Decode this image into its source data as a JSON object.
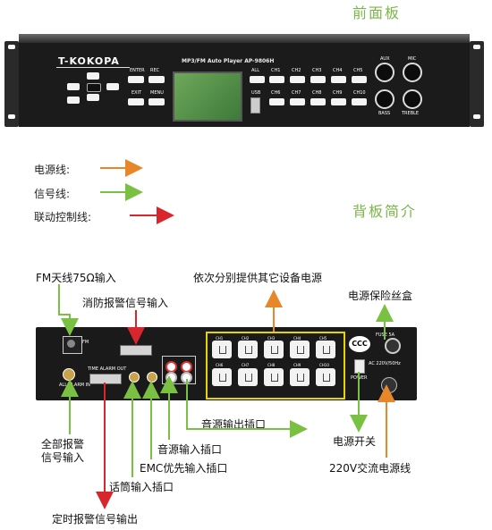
{
  "front_title": "前面板",
  "back_title": "背板简介",
  "legend": [
    {
      "label": "电源线:",
      "color": "#e8872a"
    },
    {
      "label": "信号线:",
      "color": "#7ac143"
    },
    {
      "label": "联动控制线:",
      "color": "#d8262d"
    }
  ],
  "front_panel": {
    "brand": "T-KOKOPA",
    "model": "MP3/FM Auto Player AP-9806H",
    "buttons_top": [
      "ENTER",
      "REC"
    ],
    "buttons_bottom": [
      "EXIT",
      "MENU"
    ],
    "channels_top": [
      "ALL",
      "CH1",
      "CH2",
      "CH3",
      "CH4",
      "CH5"
    ],
    "channels_bottom": [
      "USB",
      "CH6",
      "CH7",
      "CH8",
      "CH9",
      "CH10"
    ],
    "knobs_top": [
      "AUX",
      "MIC"
    ],
    "knobs_bottom": [
      "BASS",
      "TREBLE"
    ]
  },
  "back_panel": {
    "channels_top": [
      "CH1",
      "CH2",
      "CH3",
      "CH4",
      "CH5"
    ],
    "channels_bottom": [
      "CH6",
      "CH7",
      "CH8",
      "CH9",
      "CH10"
    ],
    "power_label": "POWER",
    "ac_label": "AC 220V/50Hz",
    "fuse_label": "FUSE 5A",
    "timer_label": "TIME ALARM OUT",
    "all_alarm_label": "ALL ALARM IN",
    "fm_label": "FM"
  },
  "labels": {
    "fm_antenna": "FM天线75Ω输入",
    "fire_alarm": "消防报警信号输入",
    "power_supply": "依次分别提供其它设备电源",
    "fuse": "电源保险丝盒",
    "audio_out": "音源输出插口",
    "power_switch": "电源开关",
    "all_alarm_1": "全部报警",
    "all_alarm_2": "信号输入",
    "audio_in": "音源输入插口",
    "emc": "EMC优先输入插口",
    "mic": "话筒输入插口",
    "ac_cable": "220V交流电源线",
    "timer_out": "定时报警信号输出"
  }
}
